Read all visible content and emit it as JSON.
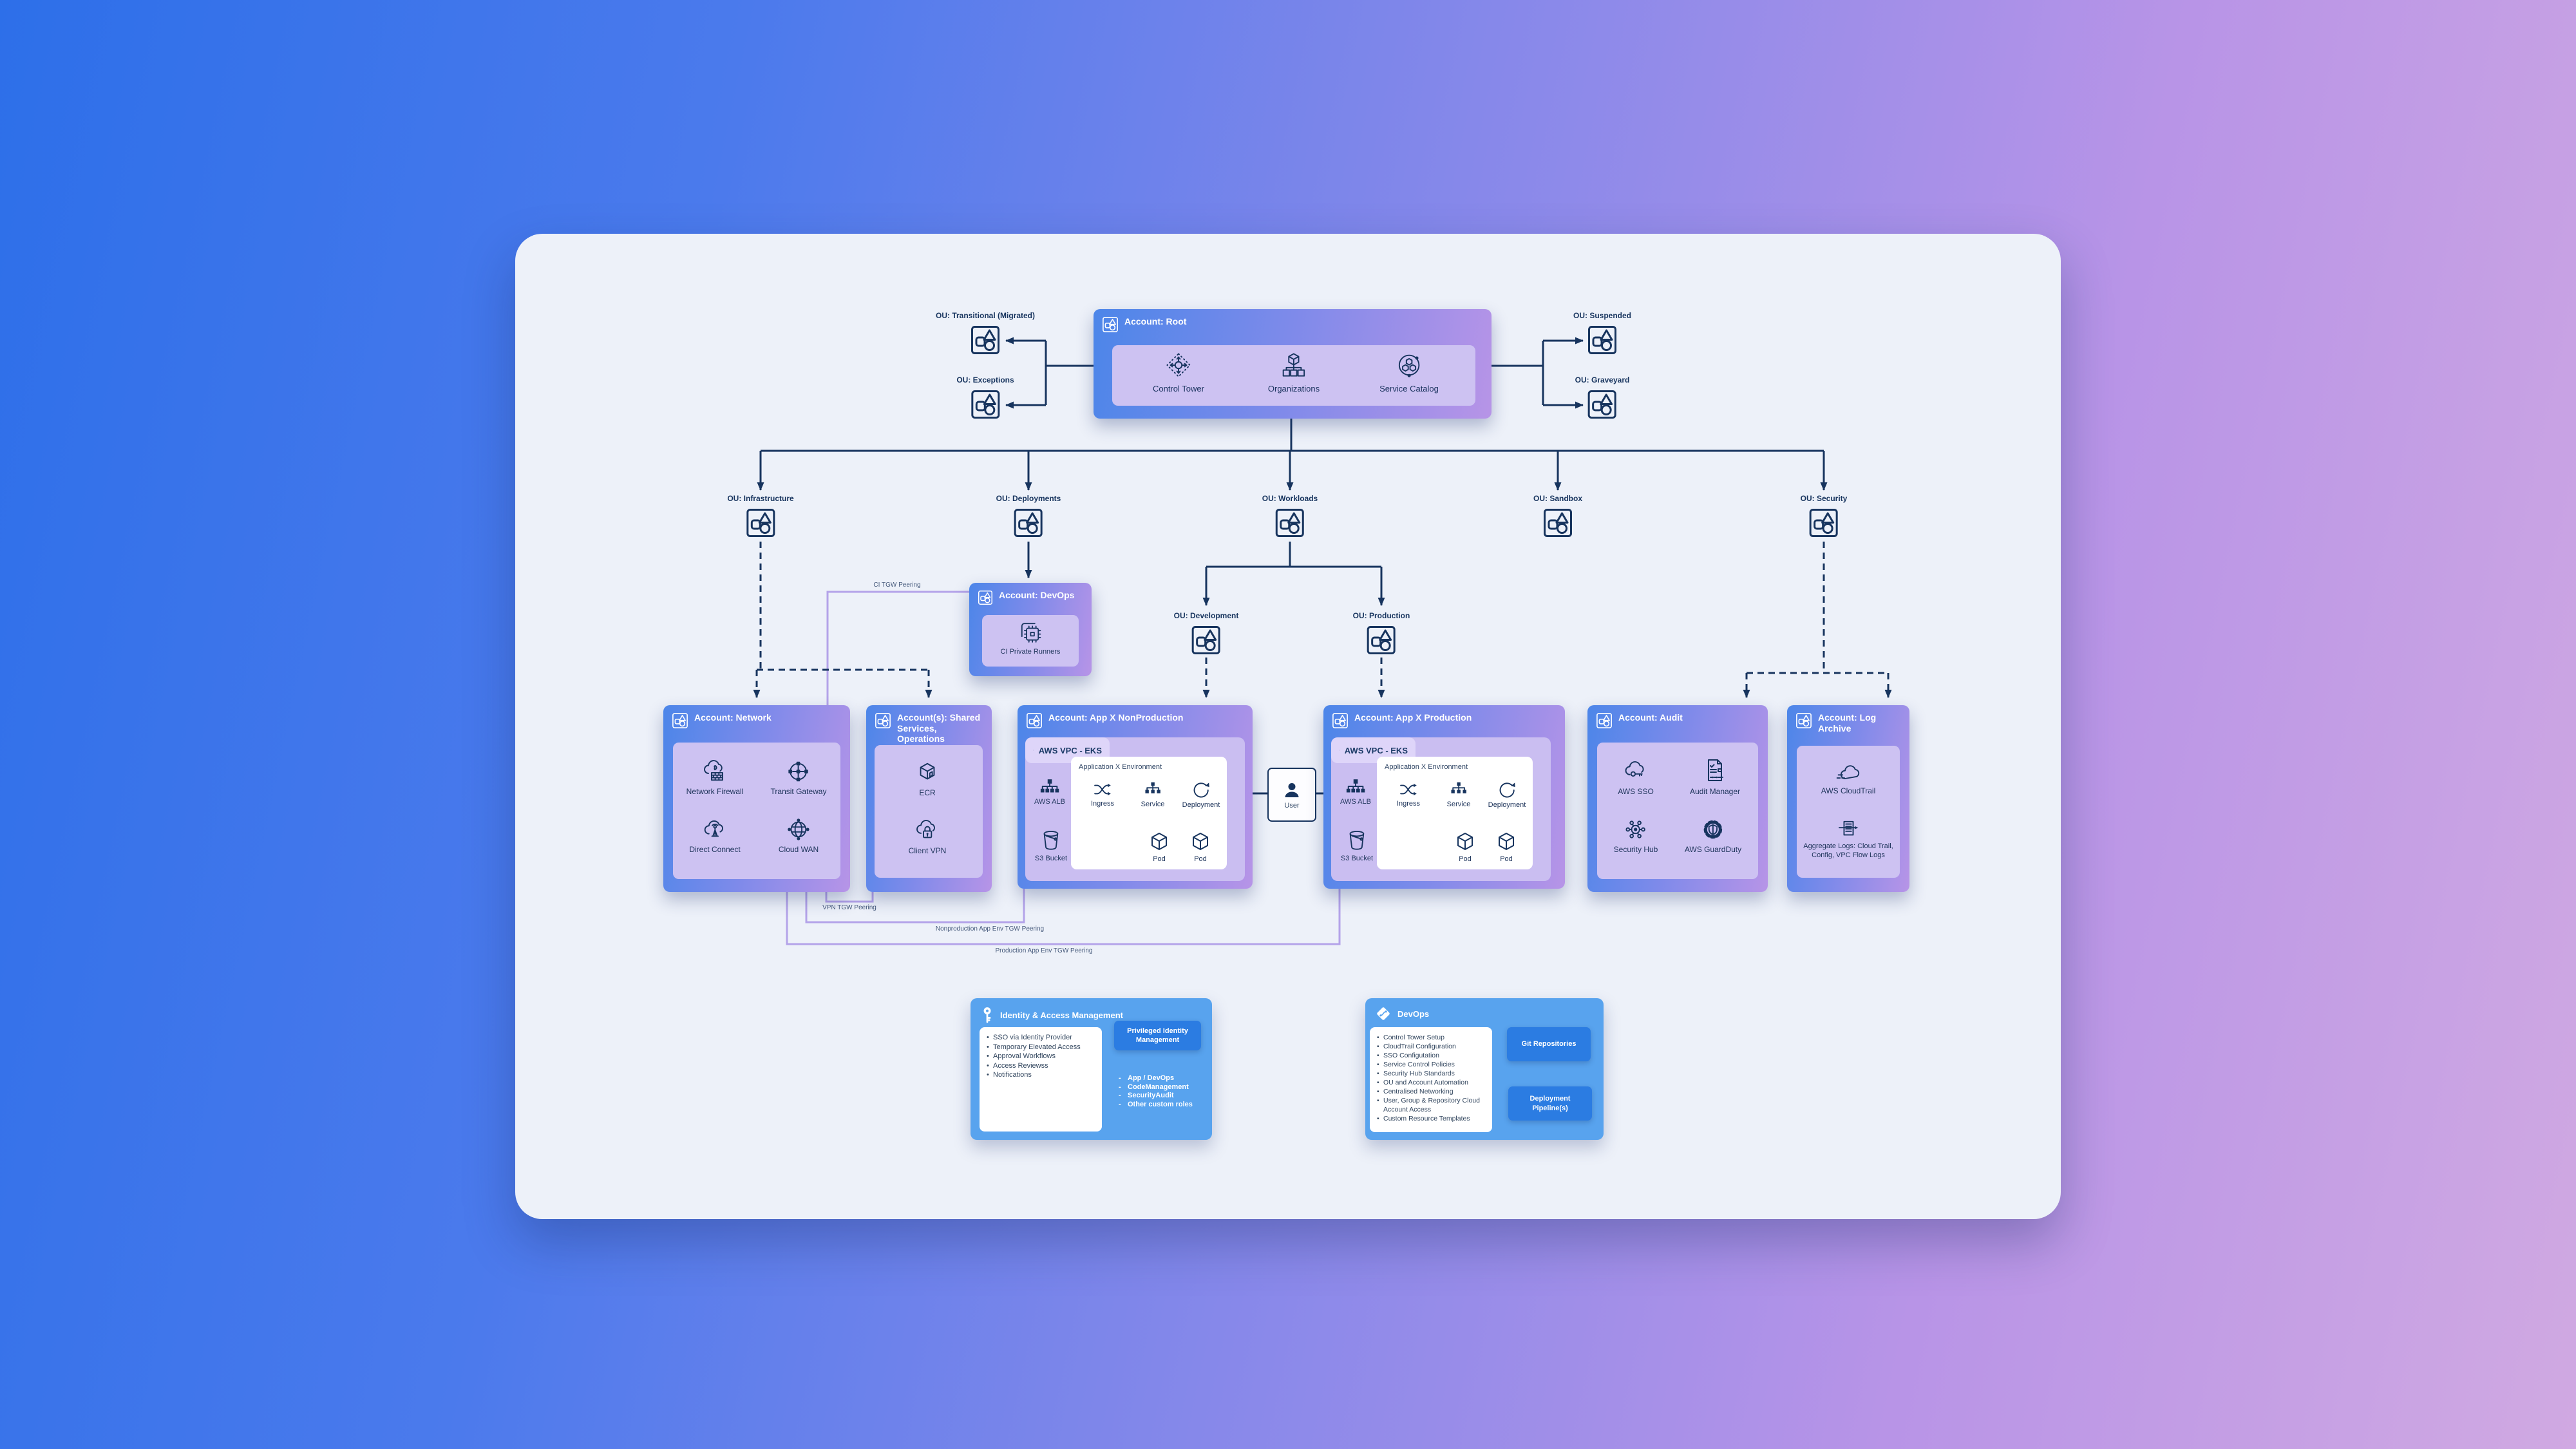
{
  "colors": {
    "navy": "#17345e",
    "account_gradient_start": "#4c86e9",
    "account_gradient_end": "#b794e7",
    "panel_lavender": "#cdc2f2",
    "peering_purple": "#b4a3e9",
    "bottom_panel_blue": "#58a3ee",
    "button_blue": "#2b7ce2",
    "canvas_bg": "#edf1f9"
  },
  "root_account": {
    "title": "Account: Root",
    "services": [
      {
        "label": "Control Tower"
      },
      {
        "label": "Organizations"
      },
      {
        "label": "Service Catalog"
      }
    ]
  },
  "left_ous": [
    {
      "label": "OU: Transitional (Migrated)"
    },
    {
      "label": "OU: Exceptions"
    }
  ],
  "right_ous": [
    {
      "label": "OU: Suspended"
    },
    {
      "label": "OU: Graveyard"
    }
  ],
  "top_ous": [
    {
      "label": "OU: Infrastructure"
    },
    {
      "label": "OU: Deployments"
    },
    {
      "label": "OU: Workloads"
    },
    {
      "label": "OU: Sandbox"
    },
    {
      "label": "OU: Security"
    }
  ],
  "workload_ous": [
    {
      "label": "OU: Development"
    },
    {
      "label": "OU: Production"
    }
  ],
  "devops_account": {
    "title": "Account: DevOps",
    "service": "CI Private Runners"
  },
  "network_account": {
    "title": "Account: Network",
    "services": [
      "Network Firewall",
      "Transit Gateway",
      "Direct Connect",
      "Cloud WAN"
    ]
  },
  "shared_account": {
    "title": "Account(s): Shared Services, Operations",
    "services": [
      "ECR",
      "Client VPN"
    ]
  },
  "nonprod_account": {
    "title": "Account: App X NonProduction",
    "vpc": "AWS VPC - EKS",
    "env": "Application X Environment",
    "alb": "AWS ALB",
    "ingress": "Ingress",
    "service": "Service",
    "deployment": "Deployment",
    "pod1": "Pod",
    "pod2": "Pod",
    "s3": "S3 Bucket"
  },
  "prod_account": {
    "title": "Account: App X Production",
    "vpc": "AWS VPC - EKS",
    "env": "Application X Environment",
    "alb": "AWS ALB",
    "ingress": "Ingress",
    "service": "Service",
    "deployment": "Deployment",
    "pod1": "Pod",
    "pod2": "Pod",
    "s3": "S3 Bucket"
  },
  "audit_account": {
    "title": "Account: Audit",
    "services": [
      "AWS SSO",
      "Audit Manager",
      "Security Hub",
      "AWS GuardDuty"
    ]
  },
  "log_account": {
    "title": "Account: Log Archive",
    "services": [
      "AWS CloudTrail",
      "Aggregate Logs: Cloud Trail, Config, VPC Flow Logs"
    ]
  },
  "user": {
    "label": "User"
  },
  "peering": {
    "ci": "CI TGW Peering",
    "vpn": "VPN TGW Peering",
    "nonprod": "Nonproduction App Env TGW Peering",
    "prod": "Production App Env TGW Peering"
  },
  "iam_panel": {
    "title": "Identity & Access Management",
    "bullets": [
      "SSO via Identity Provider",
      "Temporary Elevated Access",
      "Approval Workflows",
      "Access Reviewss",
      "Notifications"
    ],
    "pim_button": "Privileged Identity Management",
    "roles": [
      "App / DevOps",
      "CodeManagement",
      "SecurityAudit",
      "Other custom roles"
    ]
  },
  "devops_panel": {
    "title": "DevOps",
    "bullets": [
      "Control Tower Setup",
      "CloudTrail Configuration",
      "SSO Configutation",
      "Service Control Policies",
      "Security Hub Standards",
      "OU and Account Automation",
      "Centralised Networking",
      "User, Group & Repository Cloud Account Access",
      "Custom Resource Templates"
    ],
    "git_button": "Git Repositories",
    "deploy_button": "Deployment Pipeline(s)"
  }
}
